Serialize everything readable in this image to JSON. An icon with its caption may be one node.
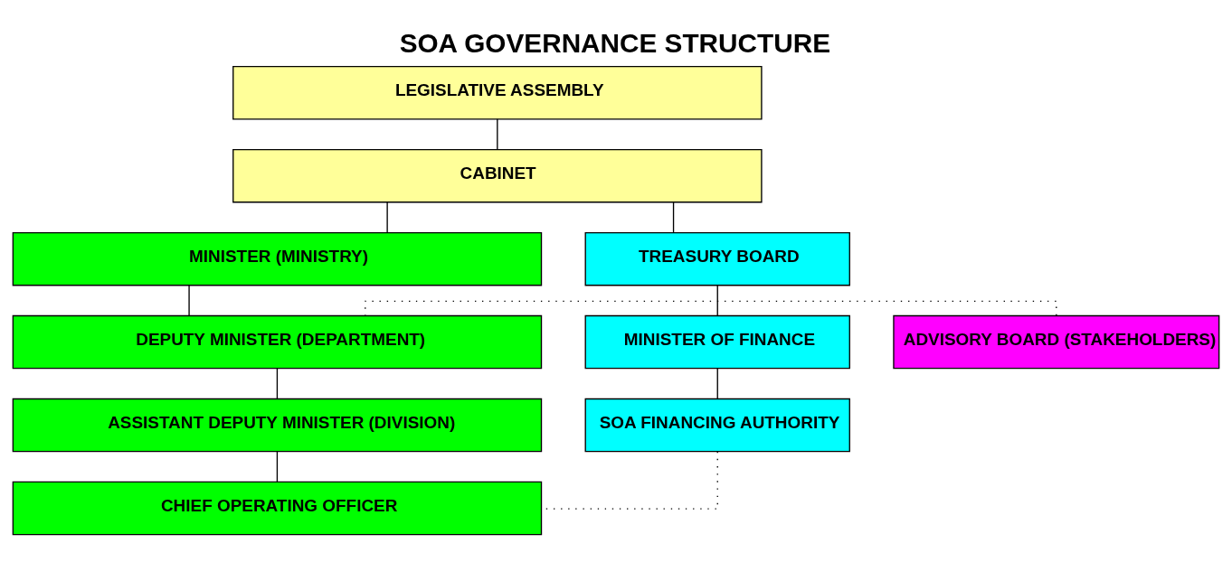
{
  "diagram": {
    "title": "SOA GOVERNANCE STRUCTURE",
    "nodes": [
      {
        "text": [
          "LEGISLATIVE ASSEMBLY"
        ]
      },
      {
        "text": [
          "CABINET"
        ]
      },
      {
        "text": [
          "MINISTER (MINISTRY)"
        ]
      },
      {
        "text": [
          "TREASURY BOARD"
        ]
      },
      {
        "text": [
          "ADVISORY BOARD (STAKEHOLDERS)"
        ]
      },
      {
        "text": [
          "DEPUTY MINISTER (DEPARTMENT)"
        ]
      },
      {
        "text": [
          "MINISTER OF FINANCE"
        ]
      },
      {
        "text": [
          "ASSISTANT DEPUTY MINISTER (DIVISION)"
        ]
      },
      {
        "text": [
          "SOA FINANCING AUTHORITY"
        ]
      },
      {
        "text": [
          "CHIEF OPERATING OFFICER"
        ]
      }
    ],
    "edges": [
      {
        "from": 0,
        "to": 1,
        "arrow": "none"
      },
      {
        "from": 1,
        "to": 2,
        "arrow": "none"
      },
      {
        "from": 1,
        "to": 3,
        "arrow": "none"
      },
      {
        "from": 2,
        "to": 5,
        "arrow": "none"
      },
      {
        "from": 3,
        "to": 6,
        "arrow": "none"
      },
      {
        "from": 4,
        "to": 5,
        "arrow": "none",
        "style": "dashed"
      },
      {
        "from": 5,
        "to": 7,
        "arrow": "none"
      },
      {
        "from": 6,
        "to": 8,
        "arrow": "none"
      },
      {
        "from": 7,
        "to": 9,
        "arrow": "none"
      },
      {
        "from": 8,
        "to": 9,
        "arrow": "none",
        "style": "dashed"
      }
    ]
  }
}
